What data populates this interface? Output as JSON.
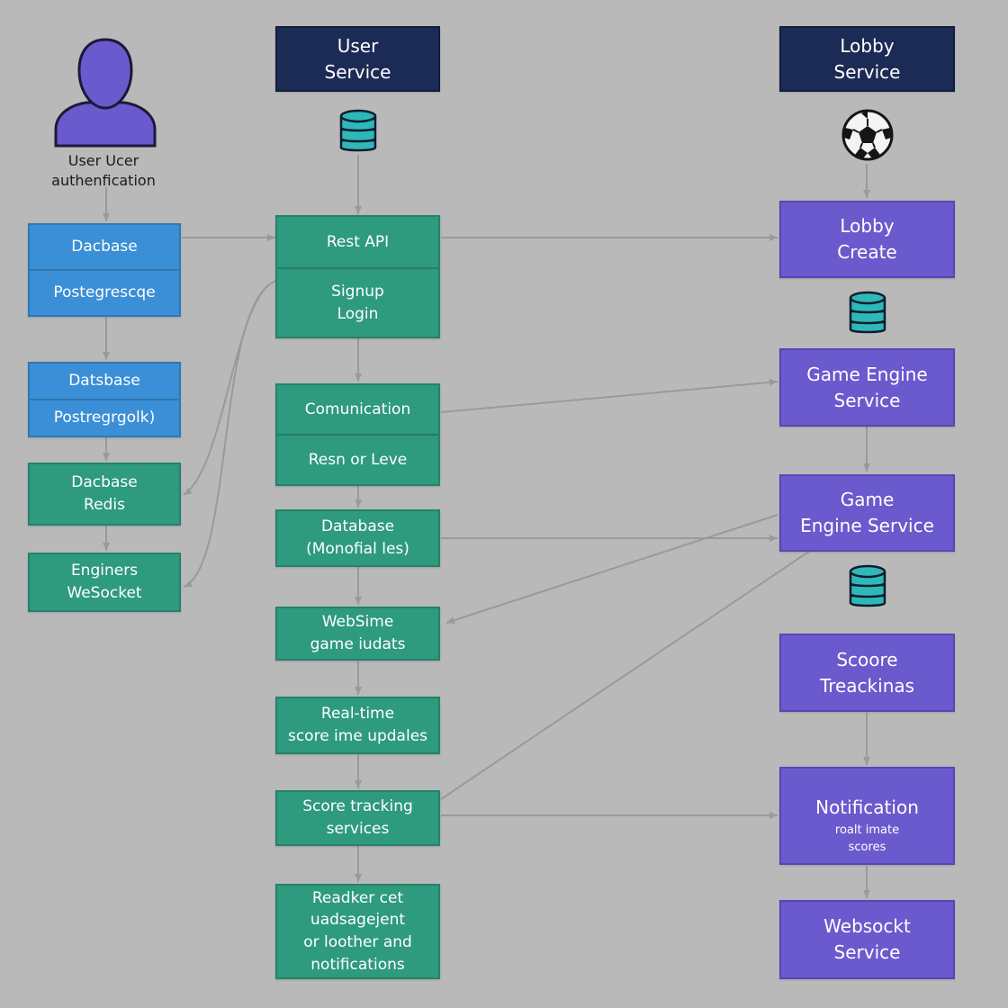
{
  "user": {
    "icon": "user-avatar-icon",
    "label_line1": "User Ucer",
    "label_line2": "authenfication"
  },
  "left_column": [
    {
      "id": "database-postgres-1",
      "color": "blue",
      "sections": [
        [
          "Dacbase"
        ],
        [
          "Postegrescqe"
        ]
      ]
    },
    {
      "id": "database-postgres-2",
      "color": "blue",
      "sections": [
        [
          "Datsbase"
        ],
        [
          "Postregrgolk)"
        ]
      ]
    },
    {
      "id": "database-redis",
      "color": "green",
      "sections": [
        [
          "Dacbase",
          "Redis"
        ]
      ]
    },
    {
      "id": "engines-websocket",
      "color": "green",
      "sections": [
        [
          "Enginers",
          "WeSocket"
        ]
      ]
    }
  ],
  "middle_column": [
    {
      "id": "user-service",
      "color": "navy",
      "sections": [
        [
          "User",
          "Service"
        ]
      ]
    },
    {
      "id": "rest-api",
      "color": "green",
      "sections": [
        [
          "Rest API"
        ],
        [
          "Signup",
          "Login"
        ]
      ]
    },
    {
      "id": "communication",
      "color": "green",
      "sections": [
        [
          "Comunication"
        ],
        [
          "Resn or Leve"
        ]
      ]
    },
    {
      "id": "database-mongo",
      "color": "green",
      "sections": [
        [
          "Database",
          "(Monofial les)"
        ]
      ]
    },
    {
      "id": "websime-game-updates",
      "color": "green",
      "sections": [
        [
          "WebSime",
          "game iudats"
        ]
      ]
    },
    {
      "id": "realtime-score-updates",
      "color": "green",
      "sections": [
        [
          "Real-time",
          "score ime updales"
        ]
      ]
    },
    {
      "id": "score-tracking-services",
      "color": "green",
      "sections": [
        [
          "Score tracking",
          "services"
        ]
      ]
    },
    {
      "id": "reader-notifications",
      "color": "green",
      "sections": [
        [
          "Readker cet",
          "uadsagejent",
          "or loother and",
          "notifications"
        ]
      ]
    }
  ],
  "right_column": [
    {
      "id": "lobby-service",
      "color": "navy",
      "sections": [
        [
          "Lobby",
          "Service"
        ]
      ]
    },
    {
      "id": "lobby-create",
      "color": "purple",
      "sections": [
        [
          "Lobby",
          "Create"
        ]
      ]
    },
    {
      "id": "game-engine-service-1",
      "color": "purple",
      "sections": [
        [
          "Game Engine",
          "Service"
        ]
      ]
    },
    {
      "id": "game-engine-service-2",
      "color": "purple",
      "sections": [
        [
          "Game",
          "Engine Service"
        ]
      ]
    },
    {
      "id": "score-tracking",
      "color": "purple",
      "sections": [
        [
          "Scoore",
          "Treackinas"
        ]
      ]
    },
    {
      "id": "notification",
      "color": "purple",
      "sections": [
        [
          "Notification"
        ],
        [
          "roalt imate",
          "scores"
        ]
      ]
    },
    {
      "id": "websocket-service",
      "color": "purple",
      "sections": [
        [
          "Websockt",
          "Service"
        ]
      ]
    }
  ],
  "icons": {
    "middle_database": "database-icon",
    "right_database_1": "database-icon",
    "right_database_2": "database-icon",
    "soccer_ball": "soccer-ball-icon"
  },
  "colors": {
    "blue": "#3b8fd6",
    "green": "#2e9a7e",
    "purple": "#6a5acd",
    "navy": "#1c2b55",
    "connector": "#9a9a9a",
    "background": "#b9b9b9"
  }
}
